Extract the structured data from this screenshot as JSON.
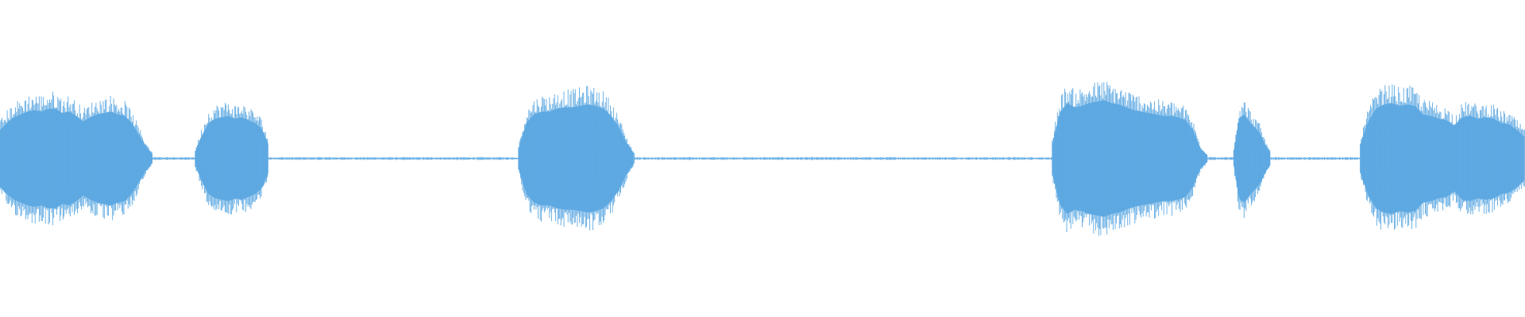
{
  "waveform": {
    "color": "#5ea9e2",
    "background": "#ffffff",
    "segments": [
      {
        "name": "segment-1",
        "start": 0.0,
        "end": 0.1,
        "envelope": [
          0.4,
          0.5,
          0.58,
          0.62,
          0.66,
          0.68,
          0.66,
          0.7,
          0.7,
          0.64,
          0.66,
          0.6,
          0.52,
          0.58,
          0.62,
          0.64,
          0.66,
          0.62,
          0.6,
          0.5,
          0.34,
          0.18,
          0.06
        ]
      },
      {
        "name": "segment-2",
        "start": 0.128,
        "end": 0.176,
        "envelope": [
          0.1,
          0.32,
          0.5,
          0.56,
          0.58,
          0.6,
          0.56,
          0.58,
          0.54,
          0.5,
          0.42,
          0.2
        ]
      },
      {
        "name": "segment-3",
        "start": 0.34,
        "end": 0.416,
        "envelope": [
          0.14,
          0.5,
          0.62,
          0.66,
          0.66,
          0.7,
          0.72,
          0.72,
          0.74,
          0.76,
          0.74,
          0.7,
          0.6,
          0.44,
          0.22,
          0.06
        ]
      },
      {
        "name": "segment-4",
        "start": 0.69,
        "end": 0.792,
        "envelope": [
          0.2,
          0.64,
          0.78,
          0.72,
          0.74,
          0.78,
          0.8,
          0.82,
          0.78,
          0.76,
          0.72,
          0.68,
          0.66,
          0.64,
          0.62,
          0.6,
          0.6,
          0.58,
          0.54,
          0.4,
          0.14,
          0.04
        ]
      },
      {
        "name": "segment-5",
        "start": 0.809,
        "end": 0.833,
        "envelope": [
          0.1,
          0.56,
          0.62,
          0.52,
          0.44,
          0.36,
          0.2,
          0.08
        ]
      },
      {
        "name": "segment-6",
        "start": 0.892,
        "end": 1.0,
        "envelope": [
          0.2,
          0.52,
          0.7,
          0.76,
          0.78,
          0.74,
          0.76,
          0.74,
          0.62,
          0.6,
          0.56,
          0.54,
          0.46,
          0.58,
          0.6,
          0.56,
          0.58,
          0.56,
          0.5,
          0.48,
          0.4,
          0.3
        ]
      }
    ],
    "silence_ranges": [
      [
        0.1,
        0.128
      ],
      [
        0.176,
        0.34
      ],
      [
        0.416,
        0.69
      ],
      [
        0.792,
        0.809
      ],
      [
        0.833,
        0.892
      ]
    ]
  }
}
